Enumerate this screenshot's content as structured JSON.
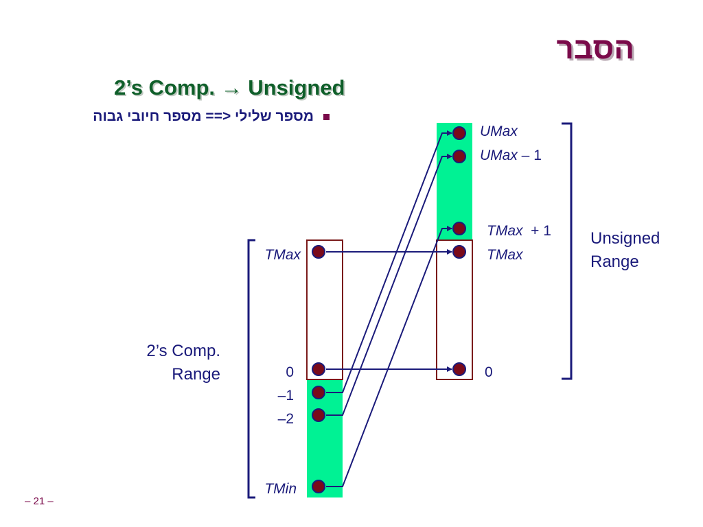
{
  "slide": {
    "title": "הסבר",
    "subtitle": "2’s Comp. → Unsigned",
    "bullet": "מספר שלילי <== מספר חיובי גבוה",
    "page_number": "– 21 –"
  },
  "left_axis": {
    "range_label_line1": "2’s Comp.",
    "range_label_line2": "Range",
    "tmax": "TMax",
    "zero": "0",
    "minus1": "–1",
    "minus2": "–2",
    "tmin": "TMin"
  },
  "right_axis": {
    "range_label_line1": "Unsigned",
    "range_label_line2": "Range",
    "umax": "UMax",
    "umax_minus1_italic": "UMax",
    "umax_minus1_rest": " – 1",
    "tmax_plus1_italic": "TMax",
    "tmax_plus1_rest": "  + 1",
    "tmax": "TMax",
    "zero": "0"
  },
  "colors": {
    "title": "#7a0a4a",
    "subtitle": "#0f5f2a",
    "text": "#1a1a7a",
    "negative_band": "#00f294",
    "box_border": "#7a1a1a",
    "dot_fill": "#7a0a1a",
    "dot_stroke": "#1a1a7a",
    "arrow": "#1a1a7a"
  }
}
